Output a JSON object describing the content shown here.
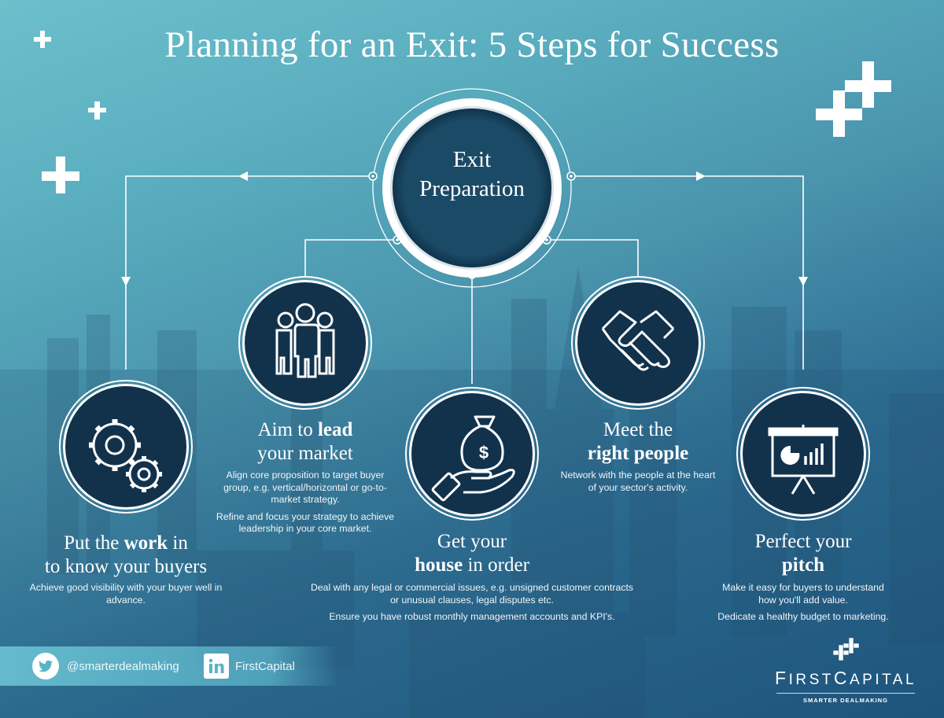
{
  "title": "Planning for an Exit: 5 Steps for Success",
  "hub": {
    "line1": "Exit",
    "line2": "Preparation"
  },
  "colors": {
    "bg_top_left": "#6cc0cc",
    "bg_bottom_right": "#1f5680",
    "circle_fill": "#143a56",
    "circle_ring": "#ffffff",
    "text": "#ffffff"
  },
  "steps": [
    {
      "id": "work",
      "icon": "gears-icon",
      "title_pre": "Put the ",
      "title_bold": "work",
      "title_post": " in",
      "title_line2": "to know your buyers",
      "desc": [
        "Achieve good visibility with your buyer well in advance."
      ]
    },
    {
      "id": "lead",
      "icon": "people-group-icon",
      "title_pre": "Aim to ",
      "title_bold": "lead",
      "title_post": "",
      "title_line2": "your market",
      "desc": [
        "Align core proposition to target buyer group, e.g. vertical/horizontal or go-to-market strategy.",
        "Refine and focus your strategy to achieve leadership in your core market."
      ]
    },
    {
      "id": "house",
      "icon": "money-bag-hand-icon",
      "title_line1": "Get your",
      "title_bold": "house",
      "title_post": " in order",
      "desc": [
        "Deal with any legal or commercial issues, e.g. unsigned customer contracts or unusual clauses, legal disputes etc.",
        "Ensure you have robust monthly management accounts and KPI's."
      ]
    },
    {
      "id": "people",
      "icon": "handshake-icon",
      "title_line1": "Meet the",
      "title_bold": "right people",
      "title_post": "",
      "desc": [
        "Network with the people at the heart of your sector's activity."
      ]
    },
    {
      "id": "pitch",
      "icon": "presentation-board-icon",
      "title_line1": "Perfect your",
      "title_bold": "pitch",
      "title_post": "",
      "desc": [
        "Make it easy for buyers to understand how you'll add value.",
        "Dedicate a healthy budget to marketing."
      ]
    }
  ],
  "social": {
    "twitter": {
      "icon": "twitter-icon",
      "handle": "@smarterdealmaking"
    },
    "linkedin": {
      "icon": "linkedin-icon",
      "label": "FirstCapital"
    }
  },
  "brand": {
    "name_first_cap": "F",
    "name_first_rest": "IRST",
    "name_second_cap": "C",
    "name_second_rest": "APITAL",
    "tagline": "SMARTER DEALMAKING"
  }
}
